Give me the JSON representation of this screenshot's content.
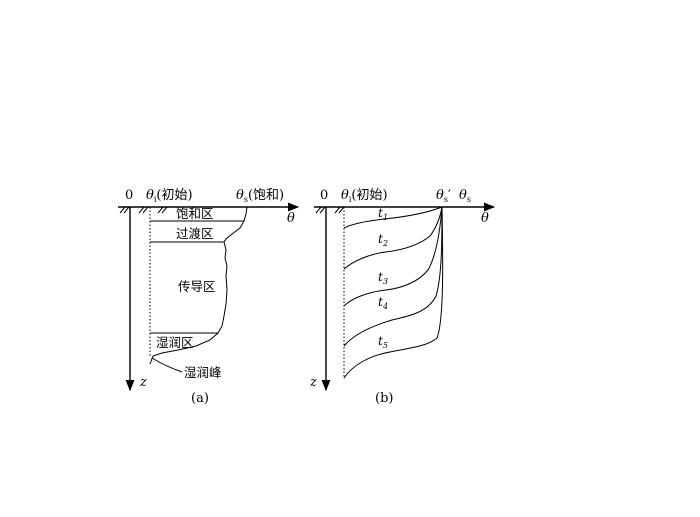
{
  "panel_a": {
    "origin_label": "0",
    "theta_i_symbol": "θ",
    "theta_i_sub": "i",
    "theta_i_note": "(初始)",
    "theta_s_symbol": "θ",
    "theta_s_sub": "s",
    "theta_s_note": "(饱和)",
    "x_axis_label": "θ",
    "z_axis_label": "z",
    "zones": [
      "饱和区",
      "过渡区",
      "传导区",
      "湿润区"
    ],
    "wetting_front_label": "湿润峰",
    "caption": "(a)"
  },
  "panel_b": {
    "origin_label": "0",
    "theta_i_symbol": "θ",
    "theta_i_sub": "i",
    "theta_i_note": "(初始)",
    "theta_s1_symbol": "θ",
    "theta_s1_sup": "′",
    "theta_s1_sub": "s",
    "theta_s_symbol": "θ",
    "theta_s_sub": "s",
    "x_axis_label": "θ",
    "z_axis_label": "z",
    "times": [
      {
        "symbol": "t",
        "sub": "1"
      },
      {
        "symbol": "t",
        "sub": "2"
      },
      {
        "symbol": "t",
        "sub": "3"
      },
      {
        "symbol": "t",
        "sub": "4"
      },
      {
        "symbol": "t",
        "sub": "5"
      }
    ],
    "caption": "(b)"
  }
}
